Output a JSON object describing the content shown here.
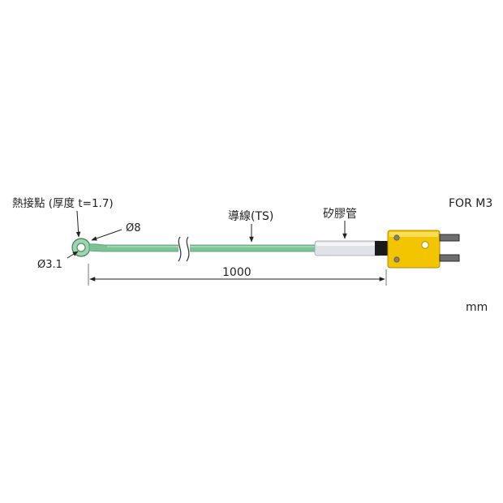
{
  "labels": {
    "junction": "熱接點 (厚度 t=1.7)",
    "outer_diameter": "Ø8",
    "hole_diameter": "Ø3.1",
    "lead_wire": "導線(TS)",
    "silicone_tube": "矽膠管",
    "model": "FOR M3",
    "dimension": "1000",
    "unit": "mm"
  },
  "colors": {
    "cable": "#7cc294",
    "cable_dark": "#4f9a6b",
    "connector": "#f2c500",
    "connector_dark": "#c49b00",
    "tube": "#dfe3e8",
    "pins": "#6e6e6e"
  }
}
